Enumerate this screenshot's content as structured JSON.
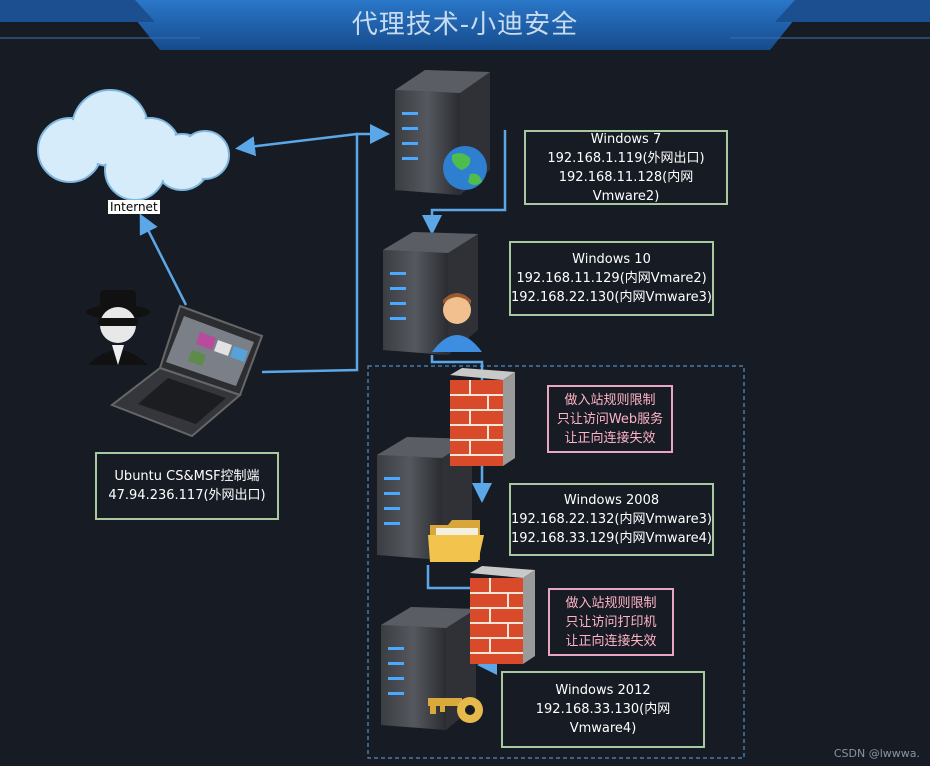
{
  "header": {
    "title": "代理技术-小迪安全"
  },
  "internet": {
    "label": "Internet"
  },
  "hosts": {
    "win7": {
      "name": "Windows 7",
      "ip1": "192.168.1.119(外网出口)",
      "ip2": "192.168.11.128(内网Vmware2)"
    },
    "win10": {
      "name": "Windows 10",
      "ip1": "192.168.11.129(内网Vmare2)",
      "ip2": "192.168.22.130(内网Vmware3)"
    },
    "win2008": {
      "name": "Windows 2008",
      "ip1": "192.168.22.132(内网Vmware3)",
      "ip2": "192.168.33.129(内网Vmware4)"
    },
    "win2012": {
      "name": "Windows 2012",
      "ip1": "192.168.33.130(内网Vmware4)"
    },
    "attacker": {
      "name": "Ubuntu CS&MSF控制端",
      "ip1": "47.94.236.117(外网出口)"
    }
  },
  "rules": {
    "web": {
      "l1": "做入站规则限制",
      "l2": "只让访问Web服务",
      "l3": "让正向连接失效"
    },
    "printer": {
      "l1": "做入站规则限制",
      "l2": "只让访问打印机",
      "l3": "让正向连接失效"
    }
  },
  "watermark": "CSDN @lwwwa.",
  "colors": {
    "background": "#171c24",
    "banner": "#1f5fa8",
    "link": "#5ba7e8",
    "box_border": "#a8c8a0",
    "rule_border": "#e8a6c0"
  }
}
